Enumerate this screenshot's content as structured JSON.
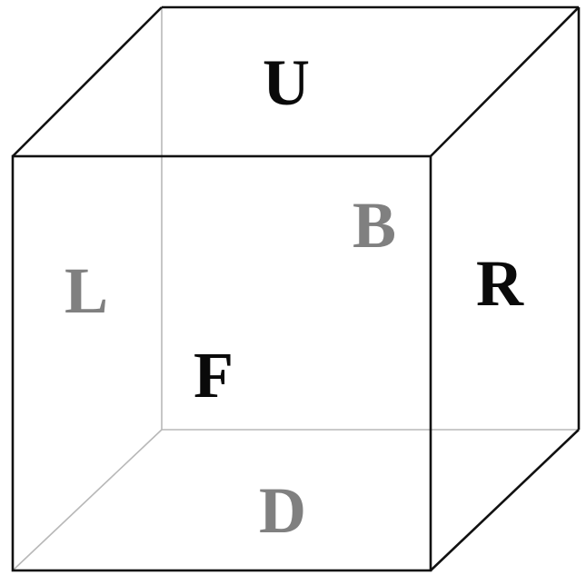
{
  "colors": {
    "visible_edge": "#111111",
    "hidden_edge": "#b8b8b8",
    "visible_label": "#0a0a0a",
    "hidden_label": "#808080"
  },
  "faces": {
    "up": "U",
    "back": "B",
    "right": "R",
    "left": "L",
    "front": "F",
    "down": "D"
  }
}
